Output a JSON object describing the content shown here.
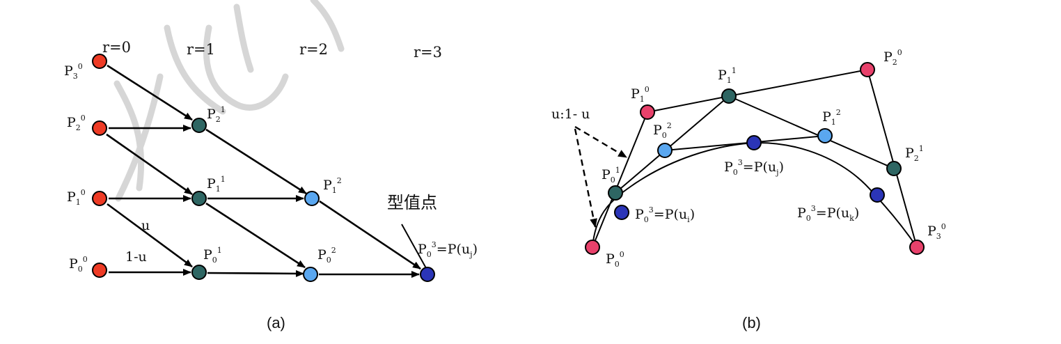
{
  "colors": {
    "red": "#ee3b25",
    "pink": "#e8416b",
    "teal": "#2e6663",
    "lightblue": "#5aa7f0",
    "navy": "#2b35b7"
  },
  "diagram_a": {
    "caption": "(a)",
    "headers": {
      "r0": "r=0",
      "r1": "r=1",
      "r2": "r=2",
      "r3": "r=3"
    },
    "edge_labels": {
      "u": "u",
      "one_minus_u": "1-u"
    },
    "annotation": "型值点",
    "labels": {
      "P": "P",
      "p30": {
        "sub": "3",
        "sup": "0"
      },
      "p20": {
        "sub": "2",
        "sup": "0"
      },
      "p10": {
        "sub": "1",
        "sup": "0"
      },
      "p00": {
        "sub": "0",
        "sup": "0"
      },
      "p21": {
        "sub": "2",
        "sup": "1"
      },
      "p11": {
        "sub": "1",
        "sup": "1"
      },
      "p01": {
        "sub": "0",
        "sup": "1"
      },
      "p12": {
        "sub": "1",
        "sup": "2"
      },
      "p02": {
        "sub": "0",
        "sup": "2"
      },
      "p03": {
        "sub": "0",
        "sup": "3",
        "eq": "=P(u",
        "param": "j",
        "close": ")"
      }
    }
  },
  "diagram_b": {
    "caption": "(b)",
    "ratio_label": "u:1- u",
    "labels": {
      "P": "P",
      "p00": {
        "sub": "0",
        "sup": "0"
      },
      "p10": {
        "sub": "1",
        "sup": "0"
      },
      "p20": {
        "sub": "2",
        "sup": "0"
      },
      "p30": {
        "sub": "3",
        "sup": "0"
      },
      "p01": {
        "sub": "0",
        "sup": "1"
      },
      "p11": {
        "sub": "1",
        "sup": "1"
      },
      "p21": {
        "sub": "2",
        "sup": "1"
      },
      "p02": {
        "sub": "0",
        "sup": "2"
      },
      "p12": {
        "sub": "1",
        "sup": "2"
      },
      "pui": {
        "sub": "0",
        "sup": "3",
        "eq": "=P(u",
        "param": "i",
        "close": ")"
      },
      "puj": {
        "sub": "0",
        "sup": "3",
        "eq": "=P(u",
        "param": "j",
        "close": ")"
      },
      "puk": {
        "sub": "0",
        "sup": "3",
        "eq": "=P(u",
        "param": "k",
        "close": ")"
      }
    }
  }
}
